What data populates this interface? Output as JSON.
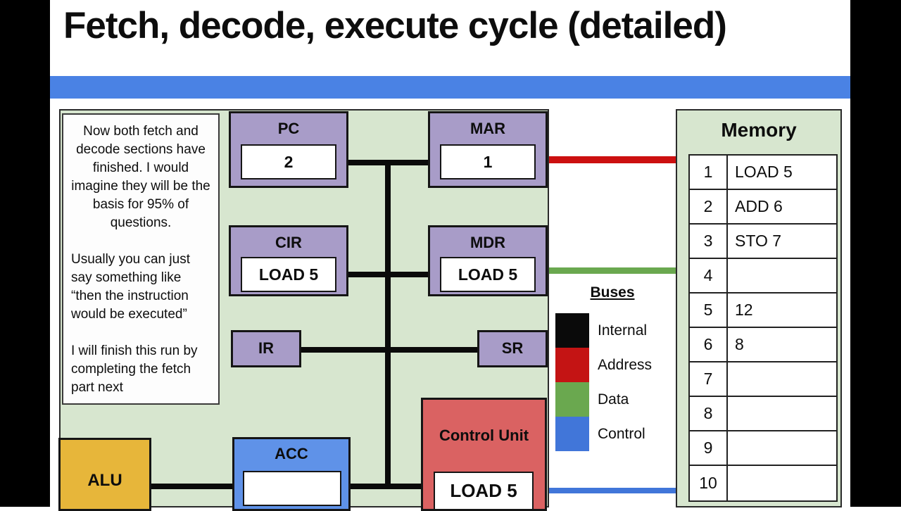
{
  "slide": {
    "title": "Fetch, decode, execute cycle (detailed)"
  },
  "notes": {
    "para1": "Now both fetch and decode sections have finished. I would imagine they will be the basis for 95% of questions.",
    "para2": "Usually you can just say something like “then the instruction would be executed”",
    "para3": "I will finish this run by completing the fetch part next"
  },
  "registers": {
    "pc": {
      "label": "PC",
      "value": "2"
    },
    "mar": {
      "label": "MAR",
      "value": "1"
    },
    "cir": {
      "label": "CIR",
      "value": "LOAD 5"
    },
    "mdr": {
      "label": "MDR",
      "value": "LOAD 5"
    },
    "ir": {
      "label": "IR"
    },
    "sr": {
      "label": "SR"
    },
    "acc": {
      "label": "ACC",
      "value": ""
    },
    "alu": {
      "label": "ALU"
    },
    "control_unit": {
      "label": "Control Unit",
      "value": "LOAD 5"
    }
  },
  "buses": {
    "title": "Buses",
    "items": [
      {
        "label": "Internal",
        "color": "#0a0a0a"
      },
      {
        "label": "Address",
        "color": "#c41414"
      },
      {
        "label": "Data",
        "color": "#6aa84f"
      },
      {
        "label": "Control",
        "color": "#4176d9"
      }
    ]
  },
  "memory": {
    "title": "Memory",
    "rows": [
      {
        "addr": "1",
        "value": "LOAD 5"
      },
      {
        "addr": "2",
        "value": "ADD 6"
      },
      {
        "addr": "3",
        "value": "STO 7"
      },
      {
        "addr": "4",
        "value": ""
      },
      {
        "addr": "5",
        "value": "12"
      },
      {
        "addr": "6",
        "value": "8"
      },
      {
        "addr": "7",
        "value": ""
      },
      {
        "addr": "8",
        "value": ""
      },
      {
        "addr": "9",
        "value": ""
      },
      {
        "addr": "10",
        "value": ""
      }
    ]
  },
  "colors": {
    "header_bar": "#4a82e4",
    "diagram_bg": "#d7e6cf",
    "register_fill": "#a89cc8",
    "alu_fill": "#e7b63a",
    "acc_fill": "#5f92e8",
    "control_unit_fill": "#da6262",
    "internal_bus": "#0a0a0a",
    "address_bus": "#cc1010",
    "data_bus": "#6aa84f",
    "control_bus": "#4176d9"
  }
}
